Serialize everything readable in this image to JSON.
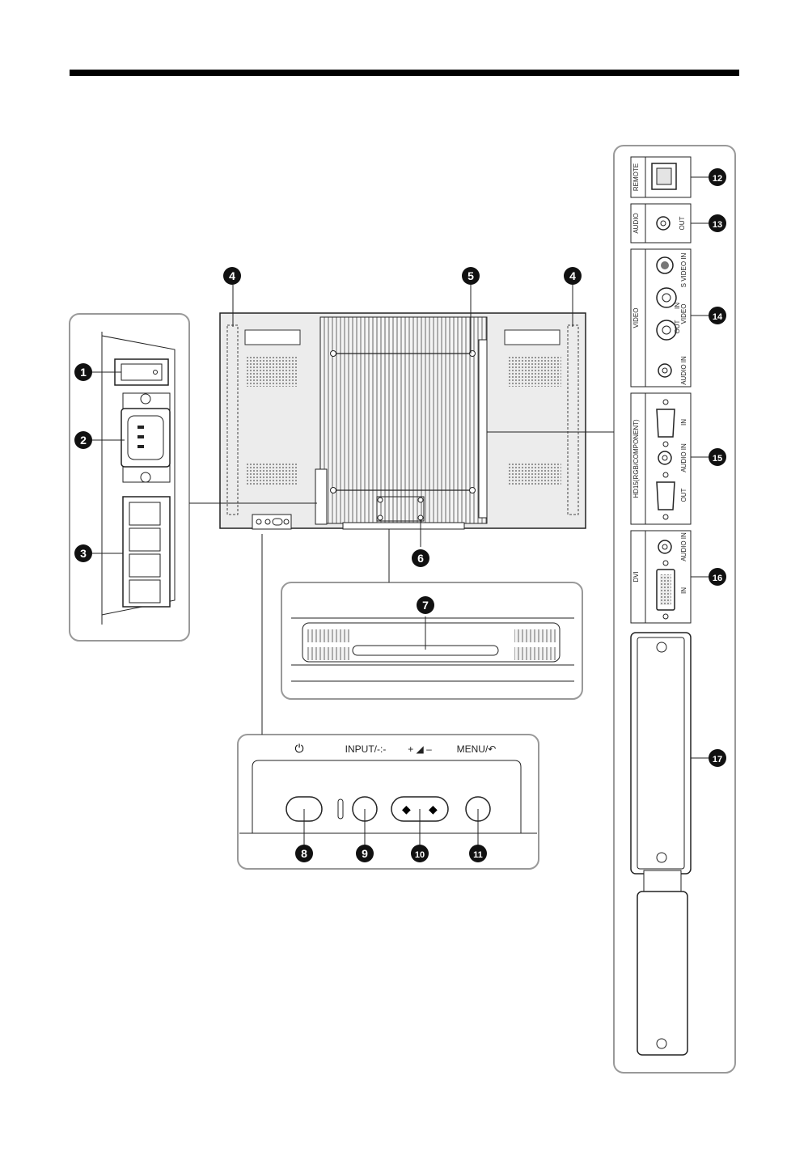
{
  "callouts": {
    "c1": "1",
    "c2": "2",
    "c3": "3",
    "c4a": "4",
    "c4b": "4",
    "c5": "5",
    "c6": "6",
    "c7": "7",
    "c8": "8",
    "c9": "9",
    "c10": "10",
    "c11": "11",
    "c12": "12",
    "c13": "13",
    "c14": "14",
    "c15": "15",
    "c16": "16",
    "c17": "17"
  },
  "control_panel": {
    "power_symbol": "⏻",
    "input_label": "INPUT/-:-",
    "volume_label": "+ ◢ –",
    "menu_label": "MENU/↶"
  },
  "side_panel": {
    "remote": "REMOTE",
    "audio": "AUDIO",
    "audio_out": "OUT",
    "video": "VIDEO",
    "s_video_in": "S VIDEO IN",
    "video_in": "IN",
    "video_sub": "VIDEO",
    "video_out": "OUT",
    "video_audio_in": "AUDIO IN",
    "hd15": "HD15(RGB/COMPONENT)",
    "hd15_in": "IN",
    "hd15_audio_in": "AUDIO IN",
    "hd15_out": "OUT",
    "dvi": "DVI",
    "dvi_audio_in": "AUDIO IN",
    "dvi_in": "IN"
  },
  "colors": {
    "line": "#222222",
    "badge": "#111111",
    "panel_fill": "#eeeeee",
    "frame": "#999999"
  }
}
